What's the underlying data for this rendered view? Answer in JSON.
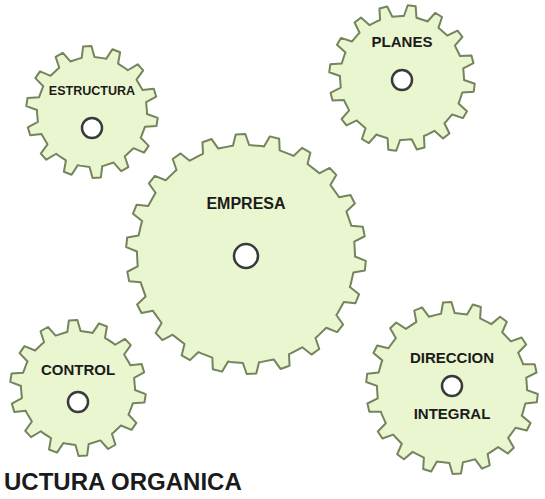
{
  "diagram": {
    "nodes": [
      {
        "text": [
          "ESTRUCTURA"
        ]
      },
      {
        "text": [
          "PLANES"
        ]
      },
      {
        "text": [
          "EMPRESA"
        ]
      },
      {
        "text": [
          "CONTROL"
        ]
      },
      {
        "text": [
          "DIRECCION",
          "INTEGRAL"
        ]
      }
    ],
    "labels": [
      "UCTURA ORGANICA"
    ]
  }
}
